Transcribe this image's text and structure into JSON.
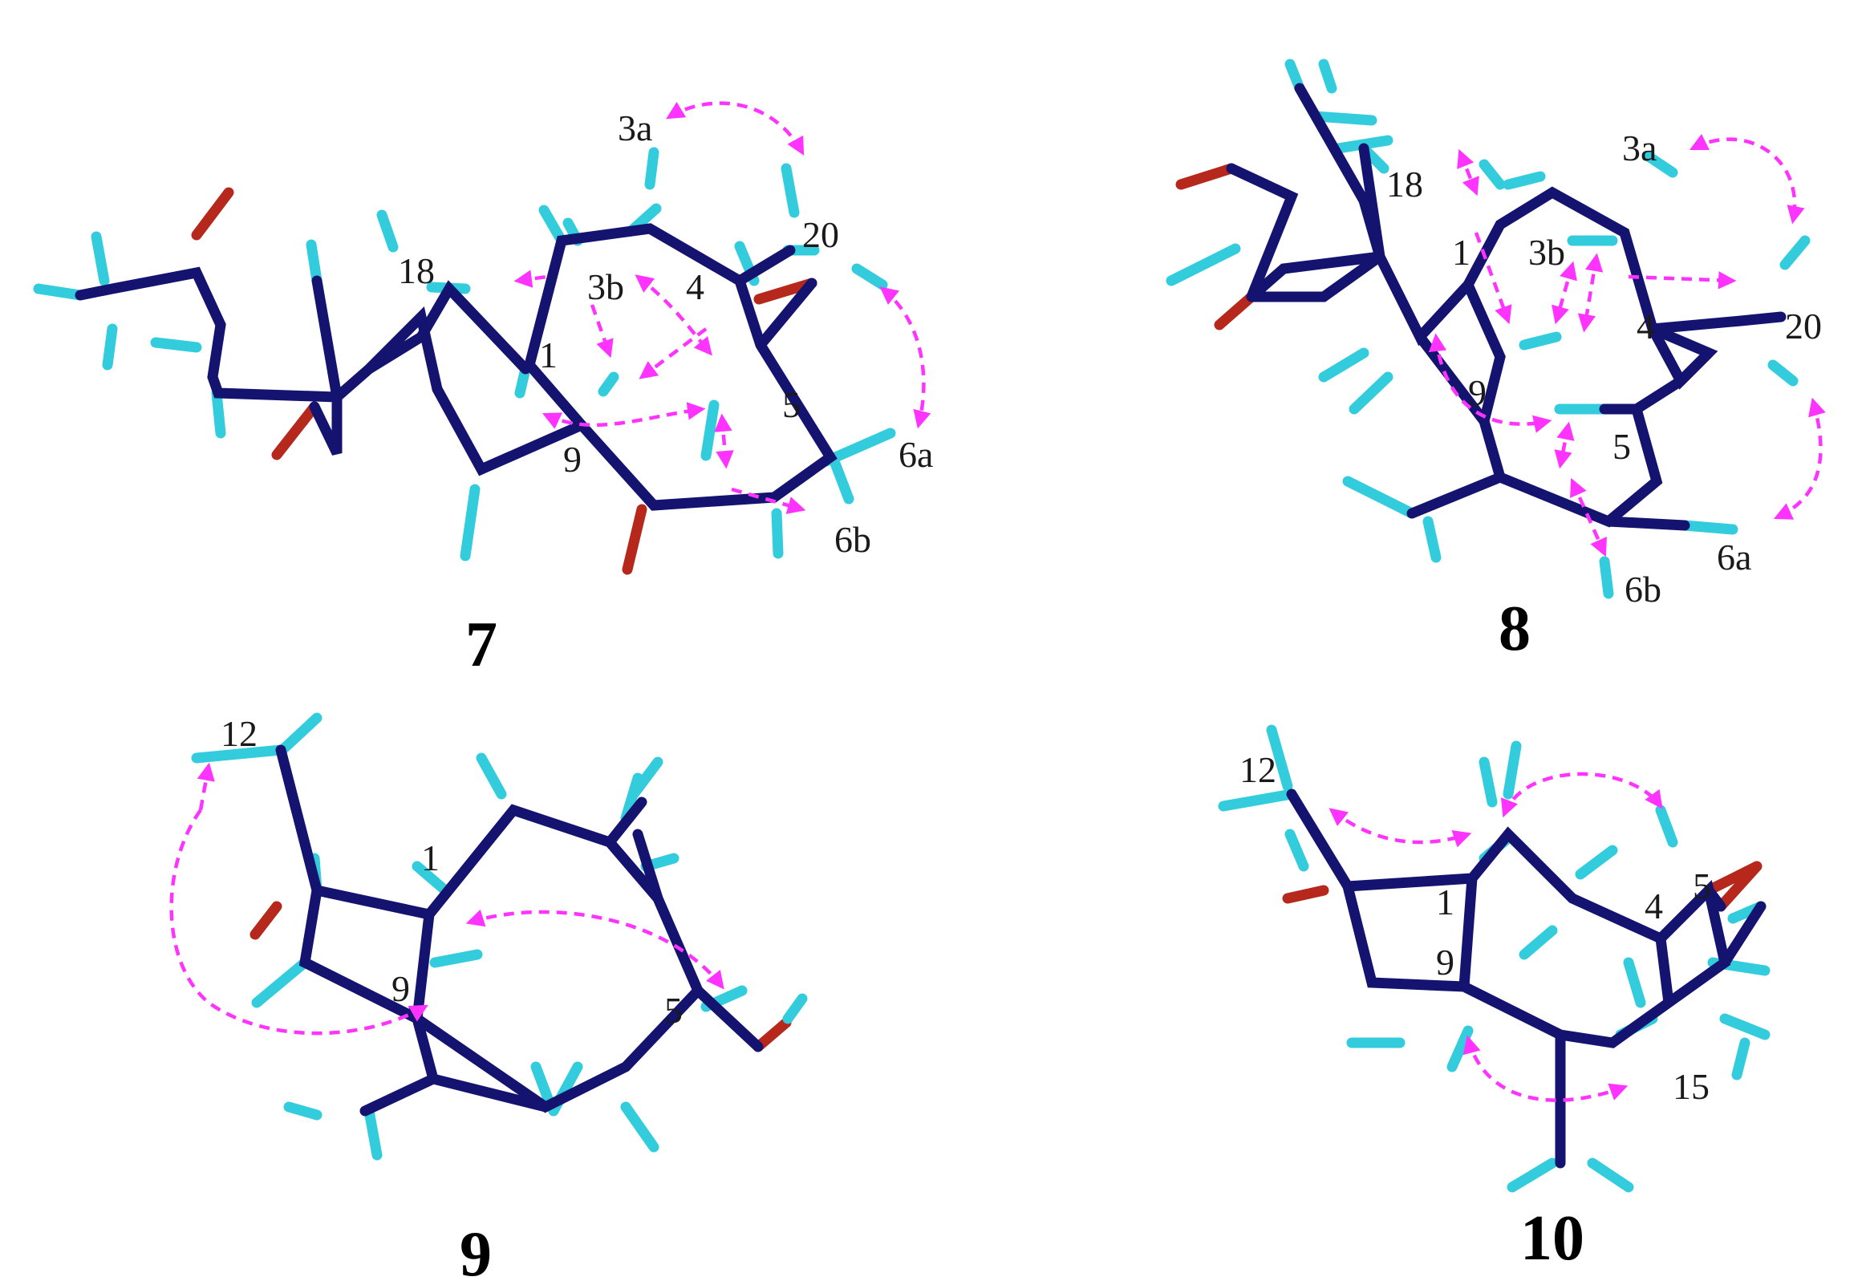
{
  "compounds": [
    {
      "id": "7",
      "atom_labels": [
        "3a",
        "18",
        "3b",
        "4",
        "20",
        "1",
        "5",
        "9",
        "6a",
        "6b"
      ]
    },
    {
      "id": "8",
      "atom_labels": [
        "3a",
        "18",
        "1",
        "3b",
        "4",
        "20",
        "9",
        "5",
        "6a",
        "6b"
      ]
    },
    {
      "id": "9",
      "atom_labels": [
        "12",
        "1",
        "9",
        "5"
      ]
    },
    {
      "id": "10",
      "atom_labels": [
        "12",
        "5",
        "1",
        "4",
        "9",
        "15"
      ]
    }
  ],
  "colors": {
    "bond": "#141470",
    "hydrogen": "#33ccdd",
    "oxygen": "#b5281b",
    "noe_correlation": "#ff33ff"
  }
}
